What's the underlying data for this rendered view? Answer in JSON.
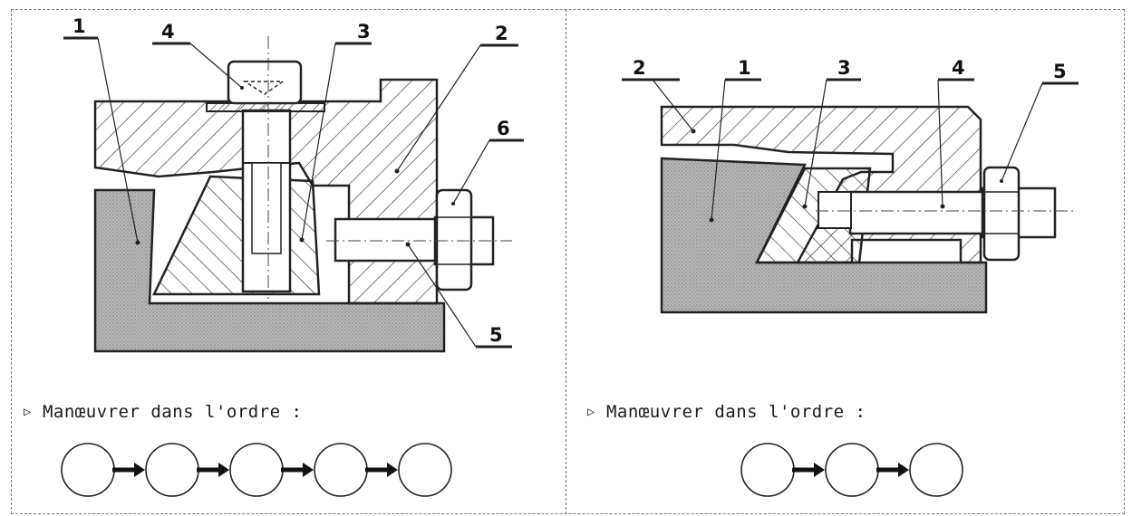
{
  "instruction_left": "Manœuvrer dans l'ordre :",
  "instruction_right": "Manœuvrer dans l'ordre :",
  "labels_left": {
    "l1": "1",
    "l2": "2",
    "l3": "3",
    "l4": "4",
    "l5": "5",
    "l6": "6"
  },
  "labels_right": {
    "l1": "1",
    "l2": "2",
    "l3": "3",
    "l4": "4",
    "l5": "5"
  },
  "sequence_left_count": 5,
  "sequence_right_count": 3
}
